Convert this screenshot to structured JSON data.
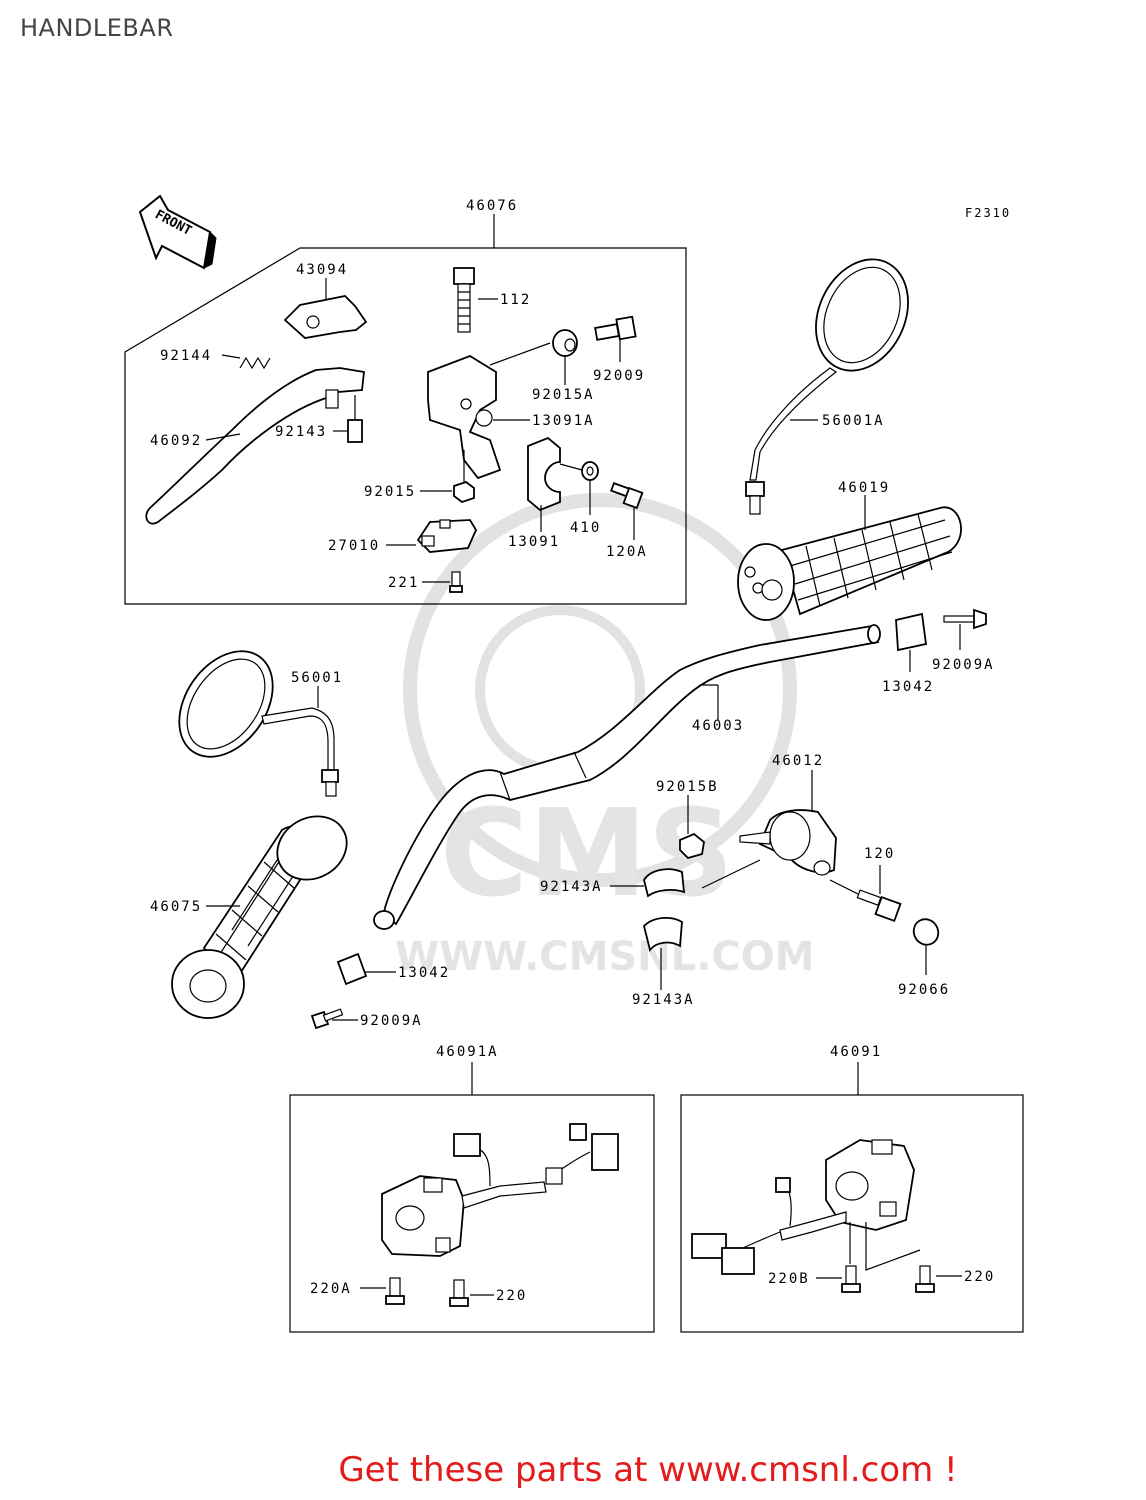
{
  "title": "HANDLEBAR",
  "figure_code": "F2310",
  "front_label": "FRONT",
  "watermark": {
    "brand": "CMS",
    "url": "WWW.CMSNL.COM"
  },
  "labels": {
    "p46076": "46076",
    "p43094": "43094",
    "p92144": "92144",
    "p46092": "46092",
    "p92143": "92143",
    "p112": "112",
    "p92009": "92009",
    "p92015A": "92015A",
    "p13091A": "13091A",
    "p92015": "92015",
    "p410": "410",
    "p13091": "13091",
    "p120A": "120A",
    "p27010": "27010",
    "p221": "221",
    "p56001A": "56001A",
    "p46019": "46019",
    "p56001": "56001",
    "p13042_right": "13042",
    "p92009A_right": "92009A",
    "p46003": "46003",
    "p46012": "46012",
    "p92015B": "92015B",
    "p120": "120",
    "p92143A_top": "92143A",
    "p46075": "46075",
    "p13042_left": "13042",
    "p92143A_bottom": "92143A",
    "p92066": "92066",
    "p92009A_left": "92009A",
    "p46091A": "46091A",
    "p46091": "46091",
    "p220A": "220A",
    "p220_left": "220",
    "p220B": "220B",
    "p220_right": "220"
  },
  "footer": "Get these parts at www.cmsnl.com !"
}
